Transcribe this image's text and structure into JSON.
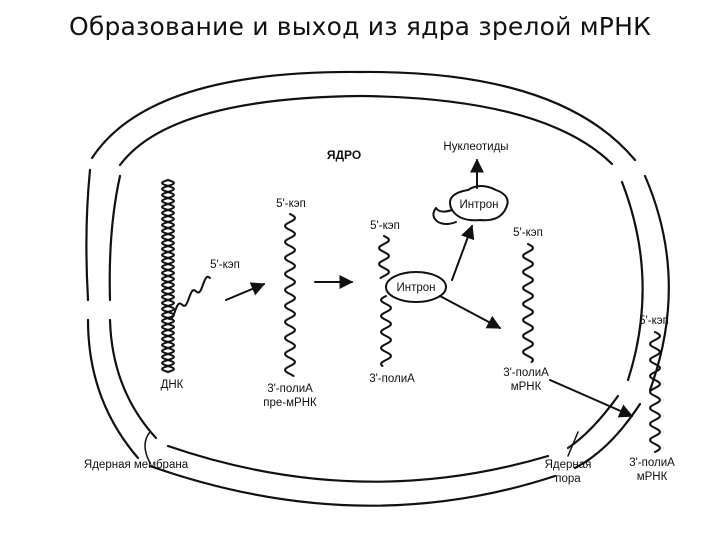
{
  "title": "Образование и выход из ядра зрелой мРНК",
  "labels": {
    "nucleus": "ЯДРО",
    "nucleotides": "Нуклеотиды",
    "intron": "Интрон",
    "cap5": "5'-кэп",
    "polyA3": "3'-полиА",
    "dna": "ДНК",
    "pre_mrna": "пре-мРНК",
    "mrna": "мРНК",
    "nuclear_membrane": "Ядерная мембрана",
    "nuclear_pore_line1": "Ядерная",
    "nuclear_pore_line2": "пора"
  },
  "colors": {
    "ink": "#111111",
    "background": "#ffffff"
  }
}
